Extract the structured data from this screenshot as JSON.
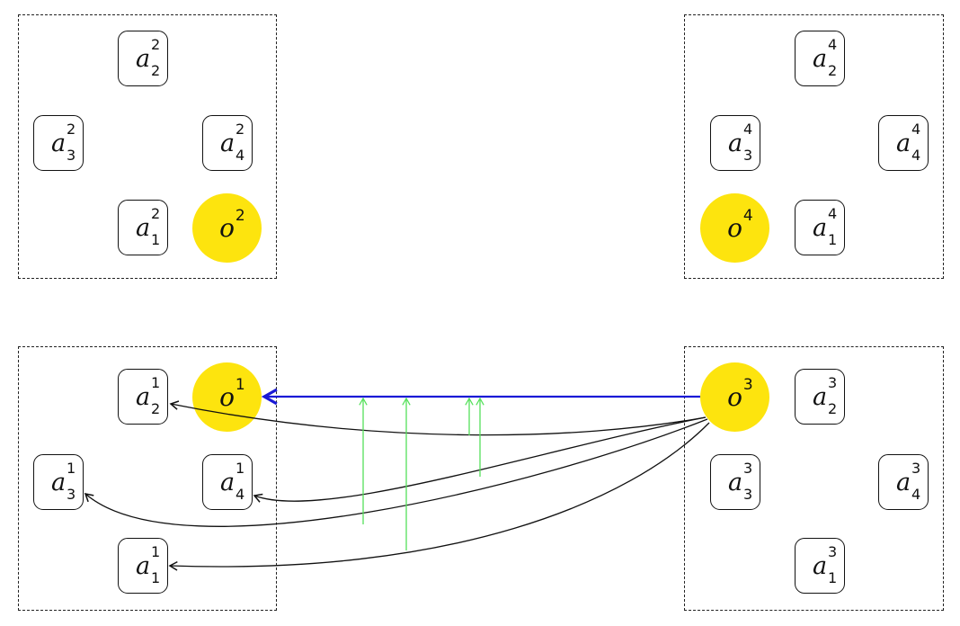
{
  "clusters": [
    {
      "id": "2",
      "observer": {
        "base": "o",
        "sup": "2"
      },
      "agents": [
        {
          "base": "a",
          "sup": "2",
          "sub": "2"
        },
        {
          "base": "a",
          "sup": "2",
          "sub": "3"
        },
        {
          "base": "a",
          "sup": "2",
          "sub": "4"
        },
        {
          "base": "a",
          "sup": "2",
          "sub": "1"
        }
      ]
    },
    {
      "id": "4",
      "observer": {
        "base": "o",
        "sup": "4"
      },
      "agents": [
        {
          "base": "a",
          "sup": "4",
          "sub": "2"
        },
        {
          "base": "a",
          "sup": "4",
          "sub": "3"
        },
        {
          "base": "a",
          "sup": "4",
          "sub": "4"
        },
        {
          "base": "a",
          "sup": "4",
          "sub": "1"
        }
      ]
    },
    {
      "id": "1",
      "observer": {
        "base": "o",
        "sup": "1"
      },
      "agents": [
        {
          "base": "a",
          "sup": "1",
          "sub": "2"
        },
        {
          "base": "a",
          "sup": "1",
          "sub": "3"
        },
        {
          "base": "a",
          "sup": "1",
          "sub": "4"
        },
        {
          "base": "a",
          "sup": "1",
          "sub": "1"
        }
      ]
    },
    {
      "id": "3",
      "observer": {
        "base": "o",
        "sup": "3"
      },
      "agents": [
        {
          "base": "a",
          "sup": "3",
          "sub": "2"
        },
        {
          "base": "a",
          "sup": "3",
          "sub": "3"
        },
        {
          "base": "a",
          "sup": "3",
          "sub": "4"
        },
        {
          "base": "a",
          "sup": "3",
          "sub": "1"
        }
      ]
    }
  ],
  "colors": {
    "observer_fill": "#fde40e",
    "main_link": "#1a1ad6",
    "feedback_links": "#55e05a",
    "curves": "#111111",
    "cluster_border": "#222222"
  }
}
